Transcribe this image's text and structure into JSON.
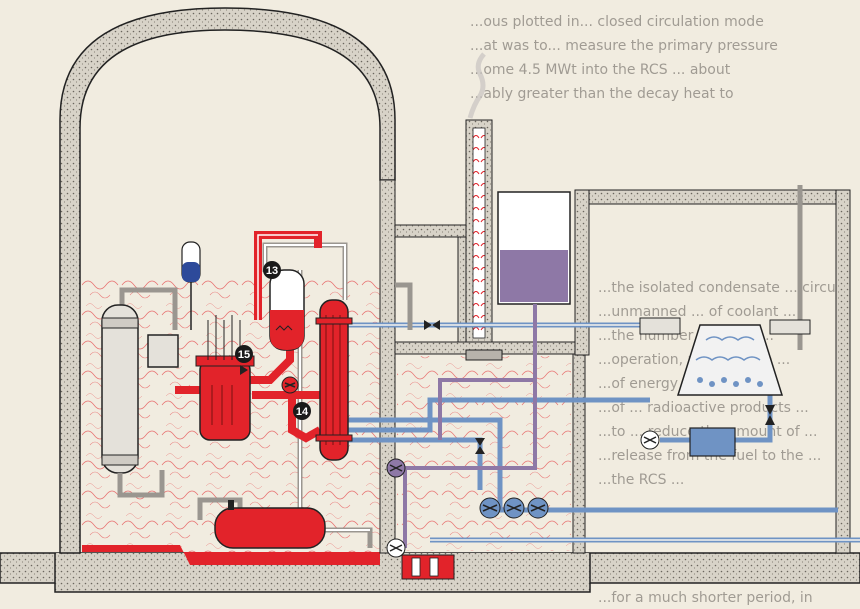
{
  "background_text_lines": [
    "...ous plotted in... closed circulation mode",
    "...at was to... measure the primary pressure",
    "...ome 4.5 MWt into the RCS ... about",
    "...ably greater than the decay heat to",
    "",
    "...the isolated condensate ... circuit",
    "...unmanned ... of coolant ...",
    "...the number of about ...",
    "...operation, reactor core ...",
    "...of energy ... reactor ...",
    "...of ... radioactive products ...",
    "...to ... reduce the amount of ...",
    "...release from the fuel to the ...",
    "...the RCS ...",
    "...for a much shorter period, in"
  ],
  "callouts": [
    "13",
    "14",
    "15"
  ],
  "colors": {
    "primary_coolant": "#e2232a",
    "secondary_water": "#6f93c4",
    "concrete": "#d6d2c8",
    "storage_tank": "#8e78a6",
    "containment_floor": "#e2232a",
    "gas_bottle": "#2d4a9a"
  },
  "icons": [
    "containment-building-icon",
    "reactor-vessel-icon",
    "steam-generator-icon",
    "pressurizer-icon",
    "pump-icon",
    "valve-icon",
    "cooling-tower-icon",
    "stack-icon",
    "storage-tank-icon",
    "heat-exchanger-icon"
  ]
}
